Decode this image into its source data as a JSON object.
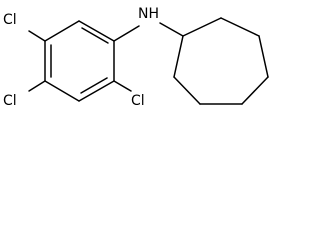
{
  "structure": {
    "atoms": {
      "cl_top": "Cl",
      "cl_left": "Cl",
      "cl_bottom": "Cl",
      "nh": "NH"
    }
  }
}
